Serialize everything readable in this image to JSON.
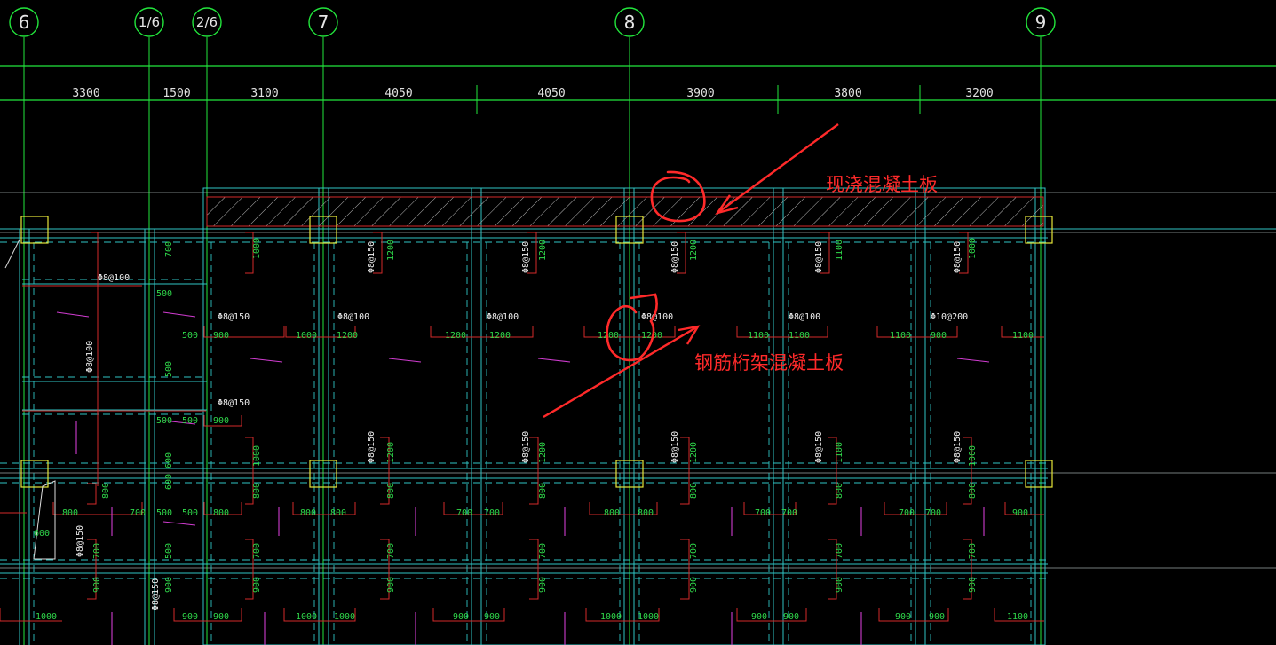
{
  "axes": [
    {
      "id": "6",
      "label": "6"
    },
    {
      "id": "1/6",
      "label": "1/6"
    },
    {
      "id": "2/6",
      "label": "2/6"
    },
    {
      "id": "7",
      "label": "7"
    },
    {
      "id": "8",
      "label": "8"
    },
    {
      "id": "9",
      "label": "9"
    }
  ],
  "spans": [
    "3300",
    "1500",
    "3100",
    "4050",
    "4050",
    "3900",
    "3800",
    "3200"
  ],
  "annotations": {
    "cast_in_place": "现浇混凝土板",
    "truss_slab": "钢筋桁架混凝土板"
  },
  "rebar_labels": {
    "phi8_100": "Φ8@100",
    "phi8_150": "Φ8@150",
    "phi10_200": "Φ10@200"
  },
  "dimension_texts": [
    "1000",
    "1200",
    "1100",
    "900",
    "800",
    "700",
    "500",
    "600"
  ],
  "colors": {
    "background": "#000000",
    "axis_green": "#22e63c",
    "beam_cyan": "#2fc4c4",
    "rebar_red": "#d42a2a",
    "magenta": "#d03cd0",
    "column_yellow": "#e6e63a",
    "annotation_red": "#ff2a2a"
  }
}
